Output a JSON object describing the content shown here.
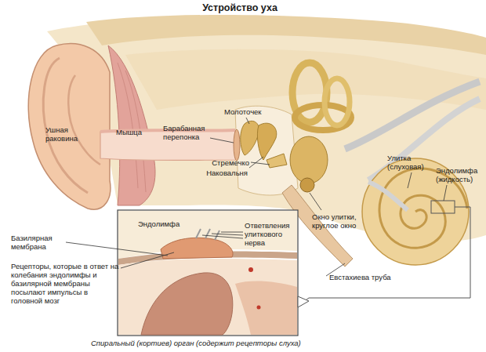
{
  "diagram": {
    "title": "Устройство уха",
    "caption": "Спиральный (кортиев) орган (содержит рецепторы слуха)",
    "labels": [
      "Ушная раковина",
      "Мышца",
      "Барабанная перепонка",
      "Молоточек",
      "Стремечко",
      "Наковальня",
      "Улитка (слуховая)",
      "Эндолимфа (жидкость)",
      "Окно улитки, круглое окно",
      "Евстахиева труба",
      "Эндолимфа",
      "Ответвления улиткового нерва",
      "Базилярная мембрана",
      "Рецепторы, которые в ответ на колебания эндолимфы и базилярной мембраны посылают импульсы в головной мозг"
    ]
  }
}
